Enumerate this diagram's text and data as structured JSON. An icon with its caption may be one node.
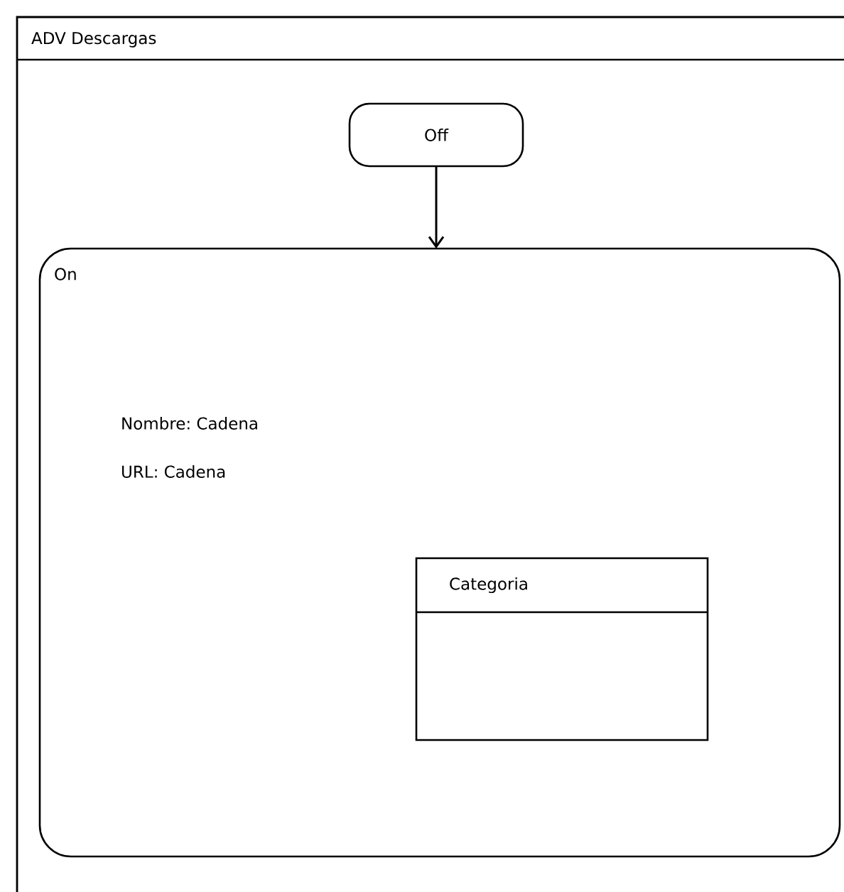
{
  "diagram": {
    "nodes": [
      {
        "text": [
          "ADV Descargas"
        ]
      },
      {
        "text": [
          "Off"
        ],
        "in": 0
      },
      {
        "text": [
          "On",
          "Nombre: Cadena",
          "URL: Cadena"
        ],
        "in": 0
      },
      {
        "text": [
          "Categoria"
        ],
        "in": 2
      }
    ],
    "edges": [
      {
        "from": 1,
        "to": 2,
        "arrow": "to"
      }
    ]
  }
}
